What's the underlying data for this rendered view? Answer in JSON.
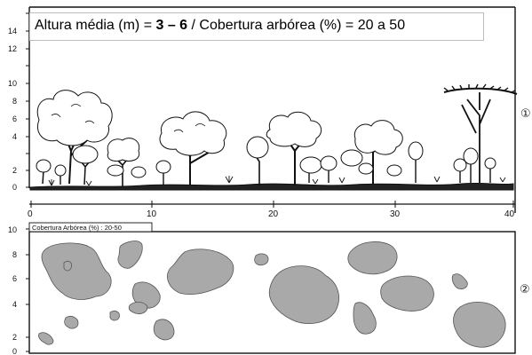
{
  "title": {
    "part1": "Altura média (m) = ",
    "bold": "3 – 6",
    "part2": " / Cobertura arbórea (%) = 20 a 50"
  },
  "profile": {
    "y_ticks": [
      "0",
      "2",
      "4",
      "6",
      "8",
      "10",
      "12",
      "14"
    ],
    "x_ticks": [
      "0",
      "10",
      "20",
      "30",
      "40"
    ],
    "panel_number": "①"
  },
  "cover": {
    "label": "Cobertura Arbórea (%) : 20-50",
    "y_ticks": [
      "0",
      "2",
      "4",
      "6",
      "8",
      "10"
    ],
    "panel_number": "②"
  },
  "colors": {
    "canopy_fill": "#a9a9a9",
    "line": "#111111"
  }
}
